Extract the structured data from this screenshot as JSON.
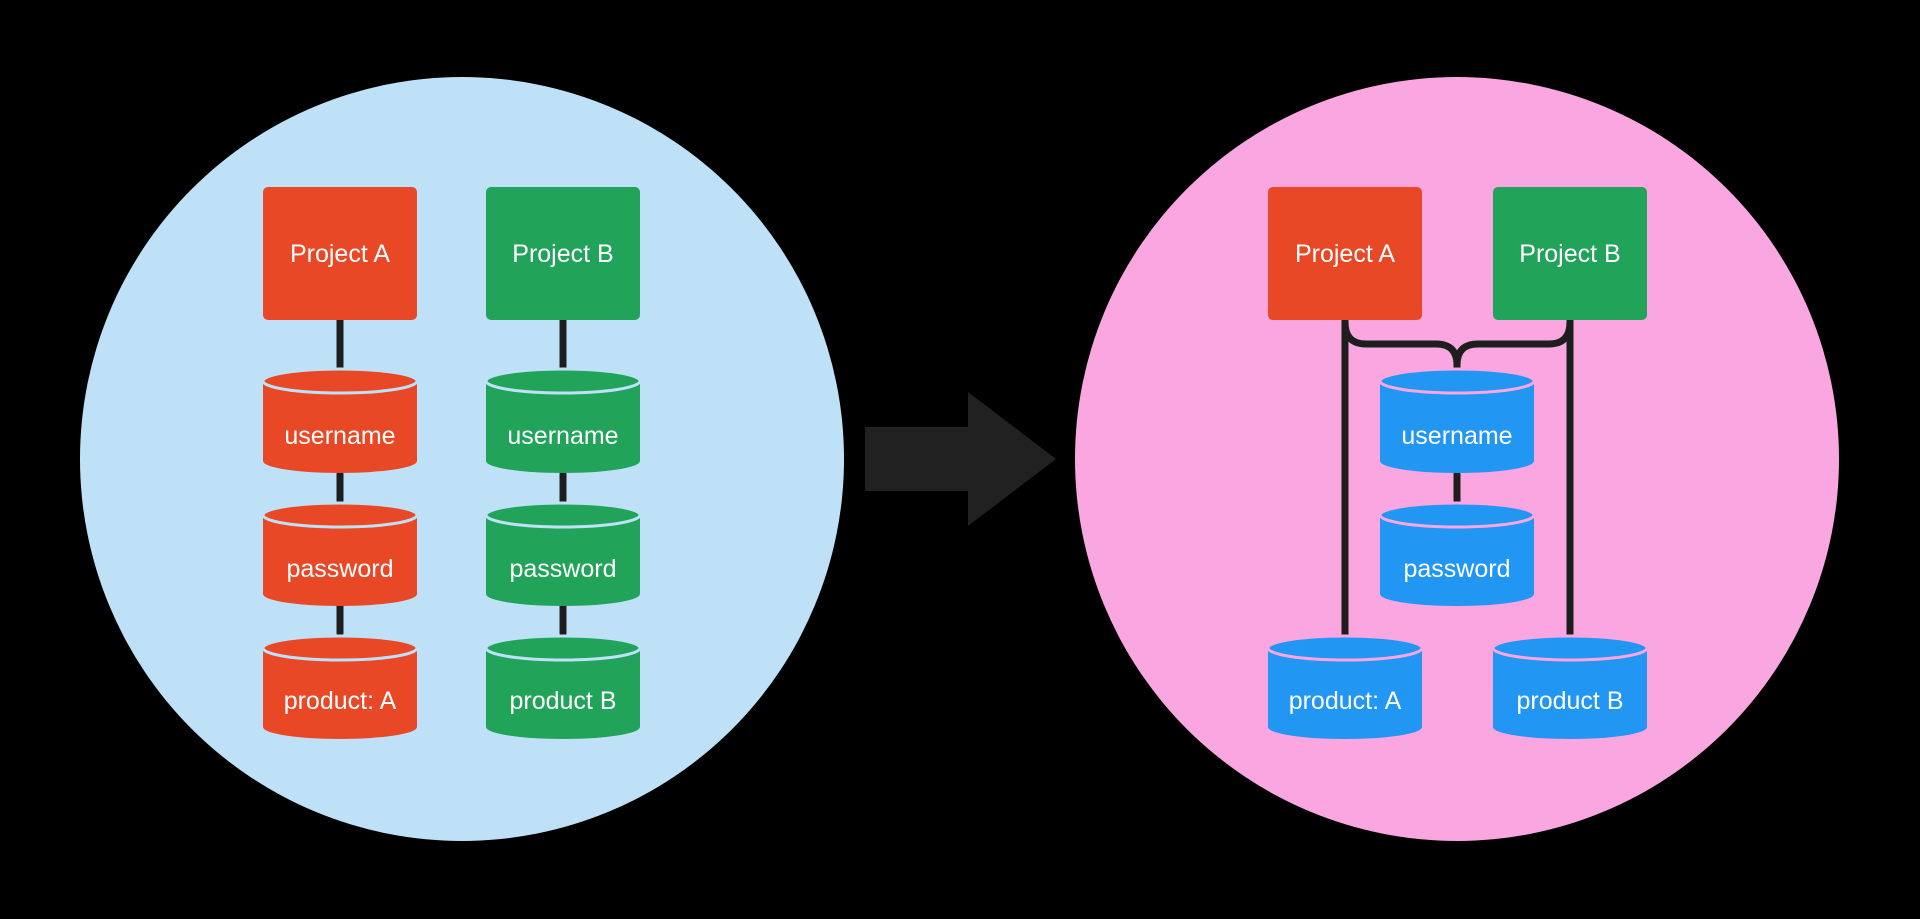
{
  "colors": {
    "background": "#000000",
    "before_circle": "#BEE1F8",
    "after_circle": "#FAA6E1",
    "project_a": "#E84826",
    "project_b": "#21A45A",
    "shared_db": "#2196F3",
    "connector": "#1E1E1E",
    "arrow": "#212121",
    "label_text": "#FFFFFF"
  },
  "before": {
    "columns": [
      {
        "project": "Project A",
        "databases": [
          "username",
          "password",
          "product: A"
        ]
      },
      {
        "project": "Project B",
        "databases": [
          "username",
          "password",
          "product B"
        ]
      }
    ]
  },
  "after": {
    "projects": [
      "Project A",
      "Project B"
    ],
    "shared_databases": [
      "username",
      "password"
    ],
    "project_databases": [
      "product: A",
      "product B"
    ]
  }
}
